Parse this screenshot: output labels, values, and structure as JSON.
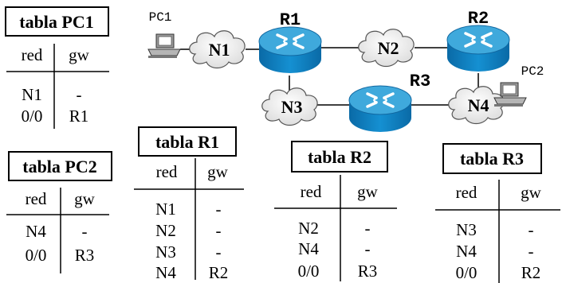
{
  "topology": {
    "routers": [
      {
        "id": "r1",
        "label": "R1"
      },
      {
        "id": "r2",
        "label": "R2"
      },
      {
        "id": "r3",
        "label": "R3"
      }
    ],
    "networks": [
      {
        "id": "n1",
        "label": "N1"
      },
      {
        "id": "n2",
        "label": "N2"
      },
      {
        "id": "n3",
        "label": "N3"
      },
      {
        "id": "n4",
        "label": "N4"
      }
    ],
    "hosts": [
      {
        "id": "pc1",
        "label": "PC1"
      },
      {
        "id": "pc2",
        "label": "PC2"
      }
    ],
    "links": [
      [
        "pc1",
        "n1"
      ],
      [
        "n1",
        "r1"
      ],
      [
        "r1",
        "n2"
      ],
      [
        "n2",
        "r2"
      ],
      [
        "r1",
        "n3"
      ],
      [
        "n3",
        "r3"
      ],
      [
        "r3",
        "n4"
      ],
      [
        "r2",
        "n4"
      ],
      [
        "n4",
        "pc2"
      ]
    ]
  },
  "tables": [
    {
      "id": "pc1",
      "title": "tabla PC1",
      "col_red": "red",
      "col_gw": "gw",
      "rows": [
        {
          "red": "N1",
          "gw": "-"
        },
        {
          "red": "0/0",
          "gw": "R1"
        }
      ]
    },
    {
      "id": "pc2",
      "title": "tabla PC2",
      "col_red": "red",
      "col_gw": "gw",
      "rows": [
        {
          "red": "N4",
          "gw": "-"
        },
        {
          "red": "0/0",
          "gw": "R3"
        }
      ]
    },
    {
      "id": "r1",
      "title": "tabla R1",
      "col_red": "red",
      "col_gw": "gw",
      "rows": [
        {
          "red": "N1",
          "gw": "-"
        },
        {
          "red": "N2",
          "gw": "-"
        },
        {
          "red": "N3",
          "gw": "-"
        },
        {
          "red": "N4",
          "gw": "R2"
        }
      ]
    },
    {
      "id": "r2",
      "title": "tabla R2",
      "col_red": "red",
      "col_gw": "gw",
      "rows": [
        {
          "red": "N2",
          "gw": "-"
        },
        {
          "red": "N4",
          "gw": "-"
        },
        {
          "red": "0/0",
          "gw": "R3"
        }
      ]
    },
    {
      "id": "r3",
      "title": "tabla R3",
      "col_red": "red",
      "col_gw": "gw",
      "rows": [
        {
          "red": "N3",
          "gw": "-"
        },
        {
          "red": "N4",
          "gw": "-"
        },
        {
          "red": "0/0",
          "gw": "R2"
        }
      ]
    }
  ],
  "colors": {
    "router_top": "#3fa9dc",
    "router_side": "#0b7fc0",
    "router_rim": "#1167a0",
    "cloud_fill": "#e6e6e6",
    "cloud_stroke": "#555555",
    "line": "#000000"
  }
}
